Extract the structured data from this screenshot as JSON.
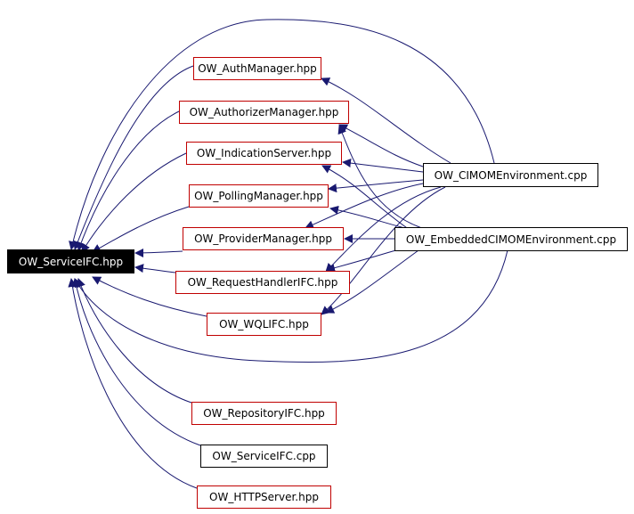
{
  "colors": {
    "edge": "#191970",
    "node_border_header": "#c00000",
    "node_border_source": "#000000",
    "root_fill": "#000000",
    "root_text": "#ffffff"
  },
  "nodes": {
    "root": "OW_ServiceIFC.hpp",
    "auth": "OW_AuthManager.hpp",
    "authorizer": "OW_AuthorizerManager.hpp",
    "indication": "OW_IndicationServer.hpp",
    "polling": "OW_PollingManager.hpp",
    "provider": "OW_ProviderManager.hpp",
    "request": "OW_RequestHandlerIFC.hpp",
    "wql": "OW_WQLIFC.hpp",
    "repository": "OW_RepositoryIFC.hpp",
    "servicecpp": "OW_ServiceIFC.cpp",
    "http": "OW_HTTPServer.hpp",
    "cimom": "OW_CIMOMEnvironment.cpp",
    "embedded": "OW_EmbeddedCIMOMEnvironment.cpp"
  }
}
